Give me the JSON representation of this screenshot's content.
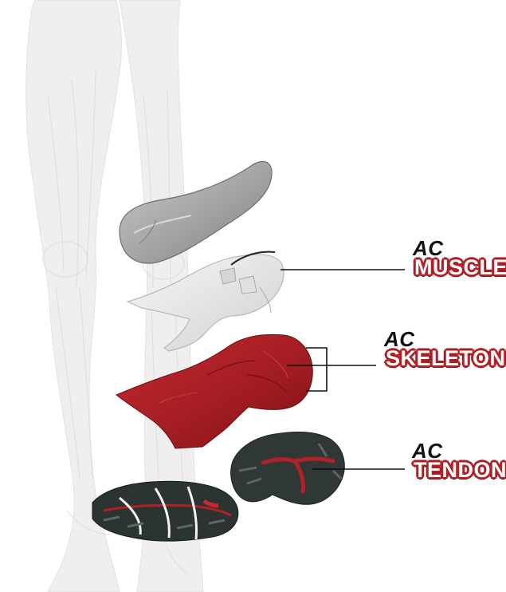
{
  "labels": {
    "muscle": {
      "prefix": "AC",
      "name": "MUSCLE"
    },
    "skeleton": {
      "prefix": "AC",
      "name": "SKELETON"
    },
    "tendon": {
      "prefix": "AC",
      "name": "TENDON"
    }
  },
  "colors": {
    "accent_red": "#b32025",
    "insole_gray": "#9c9c9c",
    "muscle_white": "#e6e6e6",
    "skeleton_red": "#a51c22",
    "outsole_dark": "#2c3432",
    "leg_ghost": "#ececec"
  }
}
